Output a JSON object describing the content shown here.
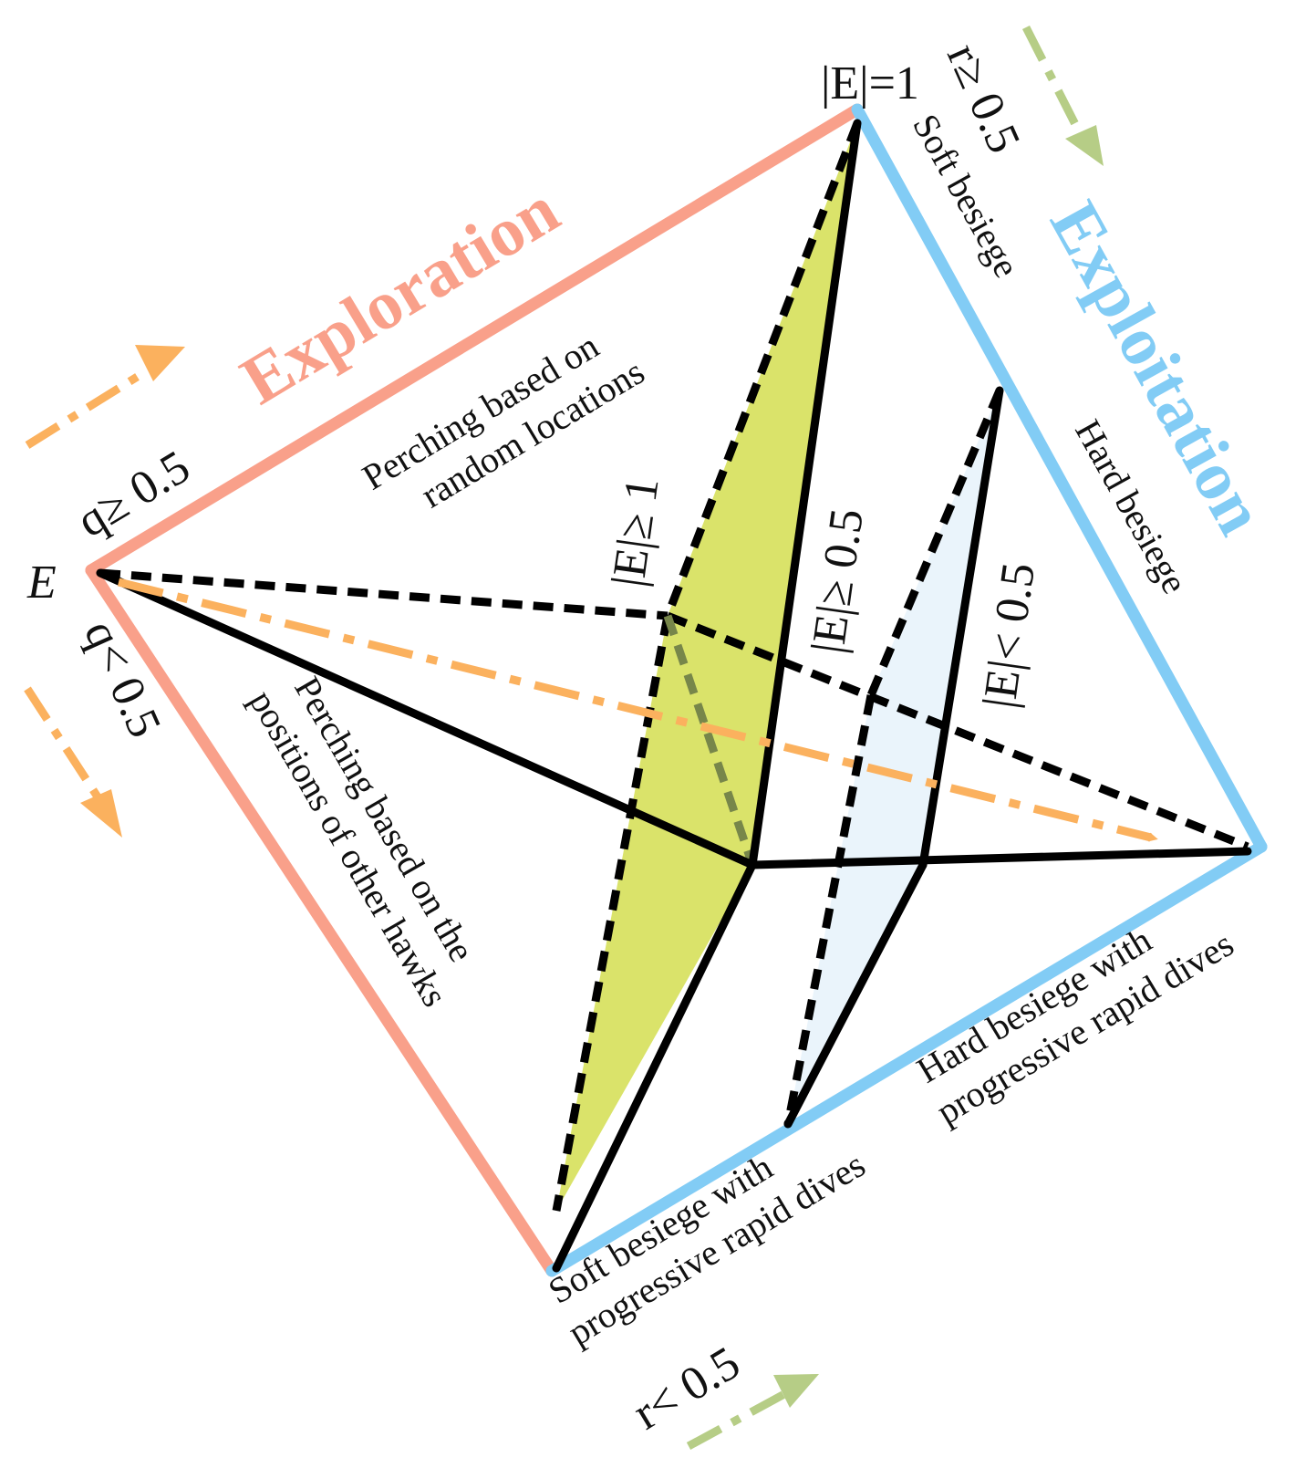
{
  "colors": {
    "exploration": "#f9a08a",
    "exploitation": "#82ccf5",
    "hard_arrow": "#fbb15e",
    "soft_arrow": "#b6cd86",
    "yellow_fill": "#dae36a",
    "blue_fill": "#eaf4fb",
    "line": "#000000"
  },
  "phases": {
    "exploration": "Exploration",
    "exploitation": "Exploitation"
  },
  "vertices": {
    "e_left": "E",
    "e_top": "|E|=1"
  },
  "conditions": {
    "q_ge": "q≥ 0.5",
    "q_lt": "q< 0.5",
    "r_ge": "r≥ 0.5",
    "r_lt": "r< 0.5",
    "e_ge_1": "|E|≥ 1",
    "e_ge_05": "|E|≥ 0.5",
    "e_lt_05": "|E|< 0.5"
  },
  "strategies": {
    "perch_random": [
      "Perching based on",
      "random locations"
    ],
    "perch_hawks": [
      "Perching based on the",
      "positions of other hawks"
    ],
    "soft_besiege": "Soft besiege",
    "hard_besiege": "Hard besiege",
    "soft_rapid": [
      "Soft besiege with",
      "progressive rapid dives"
    ],
    "hard_rapid": [
      "Hard besiege with",
      "progressive rapid dives"
    ]
  }
}
